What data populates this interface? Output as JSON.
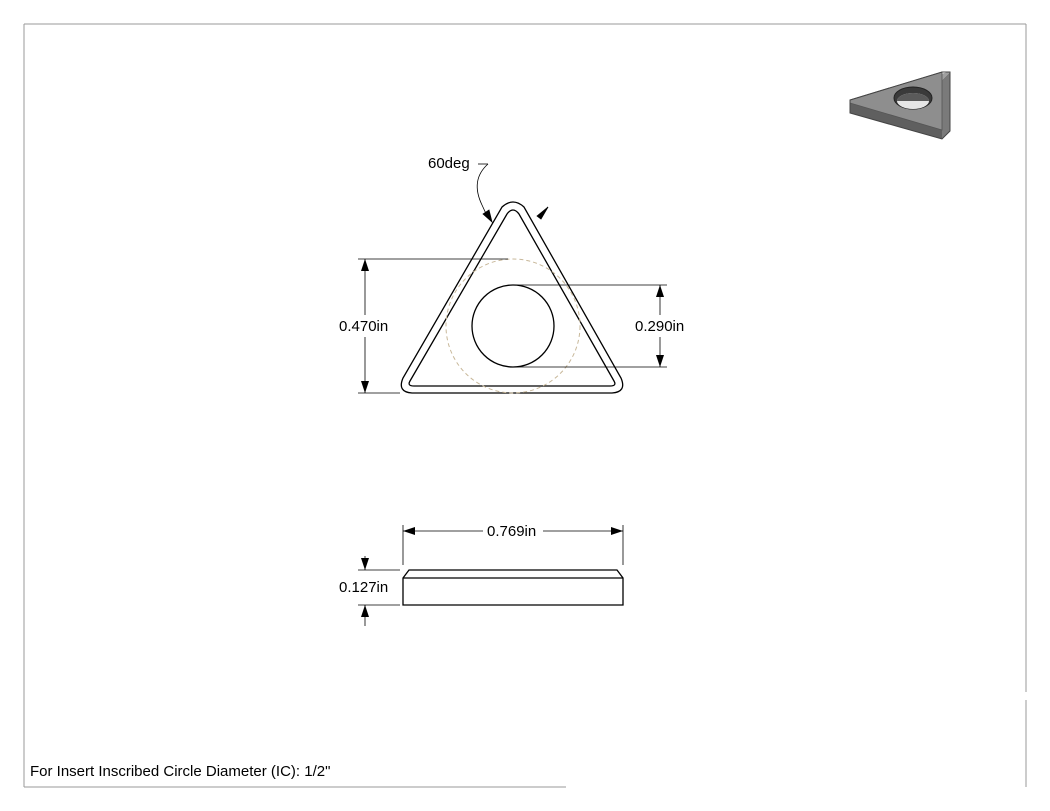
{
  "drawing": {
    "angle_label": "60deg",
    "height_label": "0.470in",
    "hole_label": "0.290in",
    "length_label": "0.769in",
    "thickness_label": "0.127in",
    "note": "For Insert Inscribed Circle Diameter (IC): 1/2\""
  },
  "colors": {
    "line": "#000000",
    "dim_line": "#000000",
    "hidden_circle": "#c8b89a",
    "iso_top": "#8e8e8e",
    "iso_side": "#6a6a6a",
    "border": "#9a9a9a"
  },
  "icons": {
    "iso_view": "triangular-insert-3d-icon"
  }
}
